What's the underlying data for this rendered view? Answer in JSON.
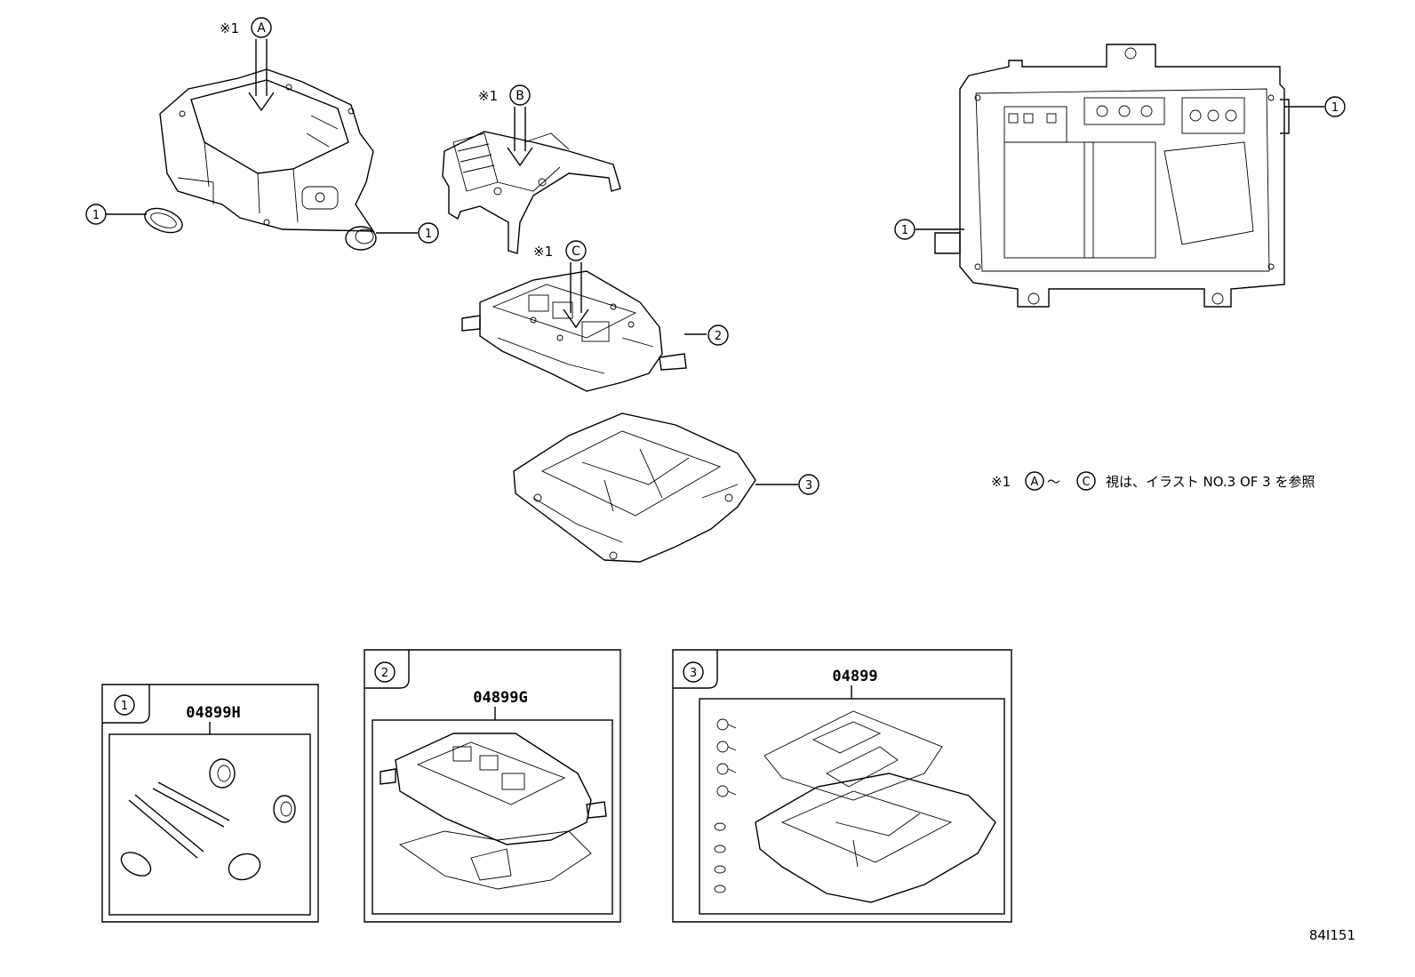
{
  "callouts": {
    "ref_mark": "※1",
    "view_a": "A",
    "view_b": "B",
    "view_c": "C",
    "item_1": "1",
    "item_2": "2",
    "item_3": "3"
  },
  "note": {
    "mark": "※1",
    "from": "A",
    "tilde": "～",
    "to": "C",
    "text": "視は、イラスト NO.3 OF 3 を参照"
  },
  "kits": [
    {
      "number": "1",
      "part_no": "04899H"
    },
    {
      "number": "2",
      "part_no": "04899G"
    },
    {
      "number": "3",
      "part_no": "04899"
    }
  ],
  "figure_id": "84I151",
  "colors": {
    "line": "#000000",
    "background": "#ffffff"
  }
}
